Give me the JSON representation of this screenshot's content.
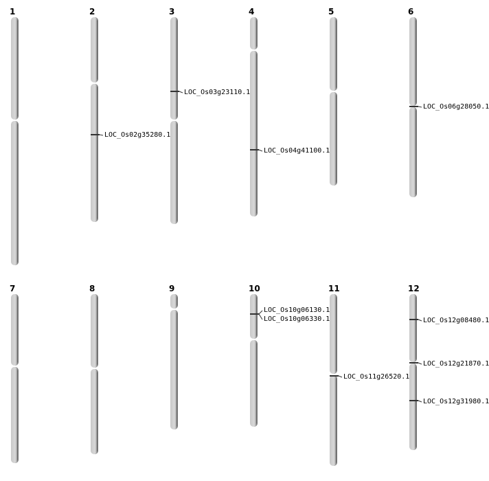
{
  "title": "Chromosome gene location map",
  "chromosomes": [
    {
      "name": "1",
      "genes": []
    },
    {
      "name": "2",
      "genes": [
        "LOC_Os02g35280.1"
      ]
    },
    {
      "name": "3",
      "genes": [
        "LOC_Os03g23110.1"
      ]
    },
    {
      "name": "4",
      "genes": [
        "LOC_Os04g41100.1"
      ]
    },
    {
      "name": "5",
      "genes": []
    },
    {
      "name": "6",
      "genes": [
        "LOC_Os06g28050.1"
      ]
    },
    {
      "name": "7",
      "genes": []
    },
    {
      "name": "8",
      "genes": []
    },
    {
      "name": "9",
      "genes": []
    },
    {
      "name": "10",
      "genes": [
        "LOC_Os10g06130.1",
        "LOC_Os10g06330.1"
      ]
    },
    {
      "name": "11",
      "genes": [
        "LOC_Os11g26520.1"
      ]
    },
    {
      "name": "12",
      "genes": [
        "LOC_Os12g08480.1",
        "LOC_Os12g21870.1",
        "LOC_Os12g31980.1"
      ]
    }
  ]
}
